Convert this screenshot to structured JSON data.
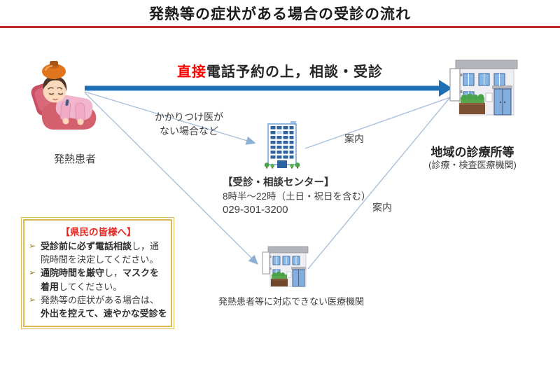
{
  "title": "発熱等の症状がある場合の受診の流れ",
  "heading": {
    "prefix": "直接",
    "rest": "電話予約の上，相談・受診"
  },
  "labels": {
    "patient": "発熱患者",
    "no_doctor_line1": "かかりつけ医が",
    "no_doctor_line2": "ない場合など",
    "guide1": "案内",
    "guide2": "案内",
    "clinic_title": "地域の診療所等",
    "clinic_sub": "(診療・検査医療機関)",
    "no_fever_clinic": "発熱患者等に対応できない医療機関"
  },
  "center_block": {
    "title": "【受診・相談センター】",
    "hours": "8時半～22時（土日・祝日を含む）",
    "phone": "029-301-3200"
  },
  "notice": {
    "title": "【県民の皆様へ】",
    "bullet": "➢",
    "items": [
      {
        "segments": [
          {
            "text": "受診前に必ず電話相談",
            "bold": true
          },
          {
            "text": "し，通院時間を決定してください。",
            "bold": false
          }
        ]
      },
      {
        "segments": [
          {
            "text": "通院時間を厳守",
            "bold": true
          },
          {
            "text": "し，",
            "bold": false
          },
          {
            "text": "マスクを着用",
            "bold": true
          },
          {
            "text": "してください。",
            "bold": false
          }
        ]
      },
      {
        "segments": [
          {
            "text": "発熱等の症状がある場合は、",
            "bold": false
          },
          {
            "text": "外出を控えて、速やかな受診を",
            "bold": true
          }
        ]
      }
    ]
  },
  "icons": {
    "patient_illustration": "sick-person-in-bed-with-ice-pack",
    "center_building": "tall-office-building",
    "right_building": "clinic-building-with-signboard",
    "bottom_building": "small-clinic-building-with-signboard"
  },
  "colors": {
    "title_rule_red": "#bf2c30",
    "heading_accent_red": "#ff0000",
    "thick_arrow_blue": "#1f6fb5",
    "thin_line_blue": "#a9c0dc",
    "notice_border_gold": "#d9ba55",
    "notice_title_red": "#e8251f",
    "bullet_gold": "#9c8226"
  }
}
